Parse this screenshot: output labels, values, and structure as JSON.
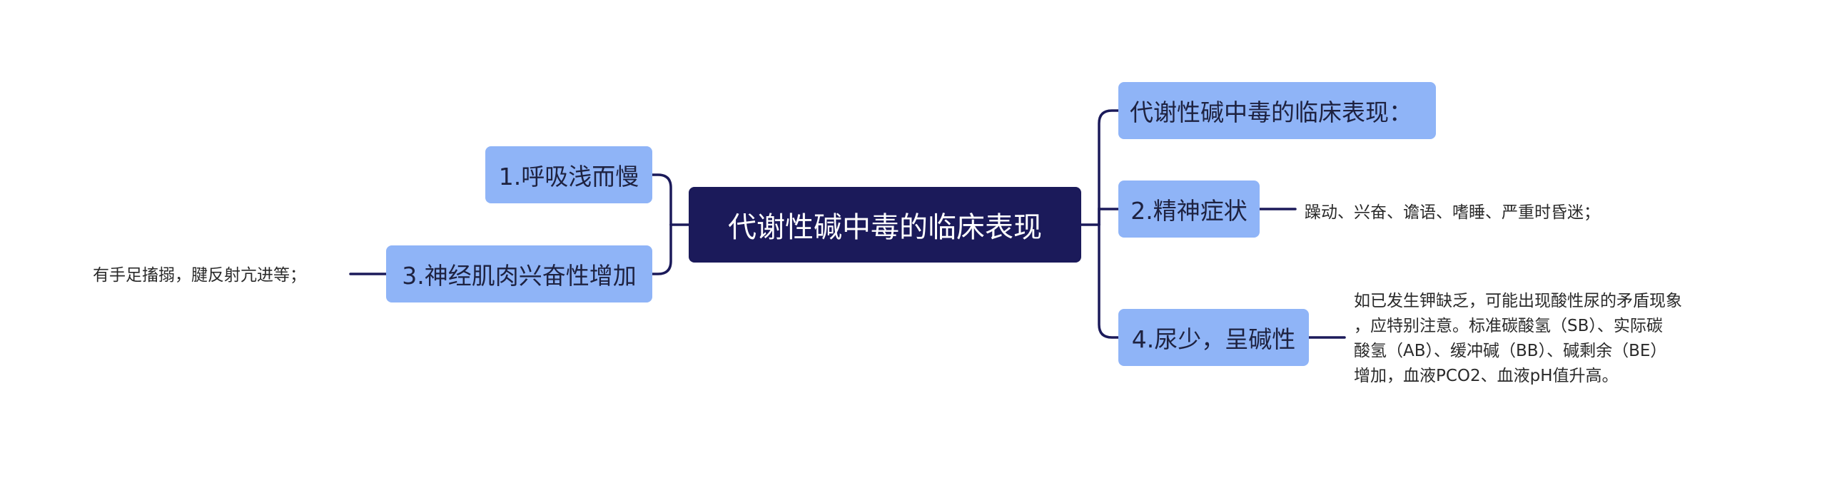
{
  "central": {
    "label": "代谢性碱中毒的临床表现"
  },
  "left_branches": [
    {
      "label": "1.呼吸浅而慢"
    },
    {
      "label": "3.神经肌肉兴奋性增加",
      "detail": "有手足搐搦，腱反射亢进等；"
    }
  ],
  "right_branches": [
    {
      "label": "代谢性碱中毒的临床表现："
    },
    {
      "label": "2.精神症状",
      "detail": "躁动、兴奋、谵语、嗜睡、严重时昏迷；"
    },
    {
      "label": "4.尿少，呈碱性",
      "detail_lines": [
        "如已发生钾缺乏，可能出现酸性尿的矛盾现象",
        "，应特别注意。标准碳酸氢（SB）、实际碳",
        "酸氢（AB）、缓冲碱（BB）、碱剩余（BE）",
        "增加，血液PCO2、血液pH值升高。"
      ]
    }
  ],
  "colors": {
    "central_bg": "#1b1a5a",
    "branch_bg": "#8fb4f7",
    "line": "#1b1a5a"
  }
}
